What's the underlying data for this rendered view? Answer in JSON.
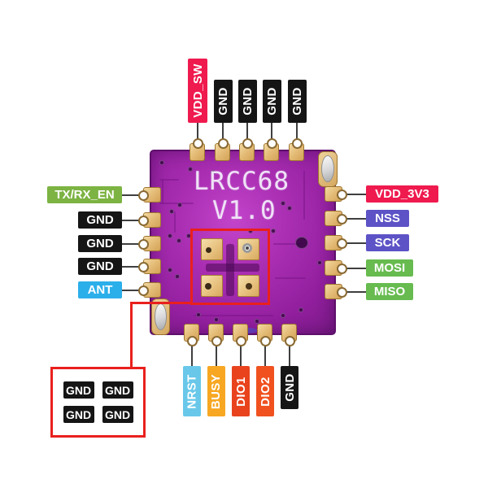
{
  "module": {
    "name": "LRCC68",
    "version": "V1.0"
  },
  "pins": {
    "top": [
      {
        "label": "VDD_SW",
        "color": "#EF1A4E"
      },
      {
        "label": "GND",
        "color": "#151515"
      },
      {
        "label": "GND",
        "color": "#151515"
      },
      {
        "label": "GND",
        "color": "#151515"
      },
      {
        "label": "GND",
        "color": "#151515"
      }
    ],
    "left": [
      {
        "label": "TX/RX_EN",
        "color": "#7CB342"
      },
      {
        "label": "GND",
        "color": "#151515"
      },
      {
        "label": "GND",
        "color": "#151515"
      },
      {
        "label": "GND",
        "color": "#151515"
      },
      {
        "label": "ANT",
        "color": "#2BAFEA"
      }
    ],
    "right": [
      {
        "label": "VDD_3V3",
        "color": "#EF1A4E"
      },
      {
        "label": "NSS",
        "color": "#5D53C6"
      },
      {
        "label": "SCK",
        "color": "#5D53C6"
      },
      {
        "label": "MOSI",
        "color": "#67BB4F"
      },
      {
        "label": "MISO",
        "color": "#67BB4F"
      }
    ],
    "bottom": [
      {
        "label": "NRST",
        "color": "#69C8E9"
      },
      {
        "label": "BUSY",
        "color": "#F7A722"
      },
      {
        "label": "DIO1",
        "color": "#E9431E"
      },
      {
        "label": "DIO2",
        "color": "#F0511F"
      },
      {
        "label": "GND",
        "color": "#151515"
      }
    ]
  },
  "ground_box": {
    "labels": [
      "GND",
      "GND",
      "GND",
      "GND"
    ]
  },
  "colors": {
    "highlight_red": "#E9201D",
    "board_purple": "#A82DB1",
    "pad_gold": "#E6C184",
    "wire": "#3F3F3F",
    "label_text": "#FFFFFF"
  }
}
